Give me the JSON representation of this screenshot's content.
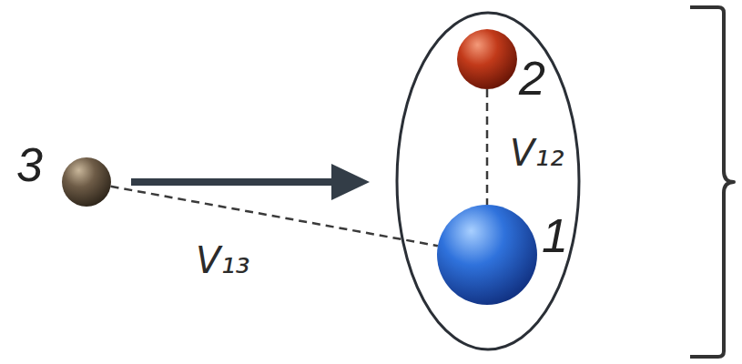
{
  "diagram": {
    "nodes": [
      {
        "text": [
          "3"
        ]
      },
      {
        "text": []
      },
      {
        "text": [
          "2"
        ],
        "in": 1
      },
      {
        "text": [
          "1"
        ],
        "in": 1
      }
    ],
    "edges": [
      {
        "from": 2,
        "to": 3,
        "label": "V₁₂",
        "arrow": "none"
      },
      {
        "from": 0,
        "to": 3,
        "label": "V₁₃",
        "arrow": "none"
      },
      {
        "from": 0,
        "to": 1,
        "arrow": "to"
      }
    ]
  }
}
